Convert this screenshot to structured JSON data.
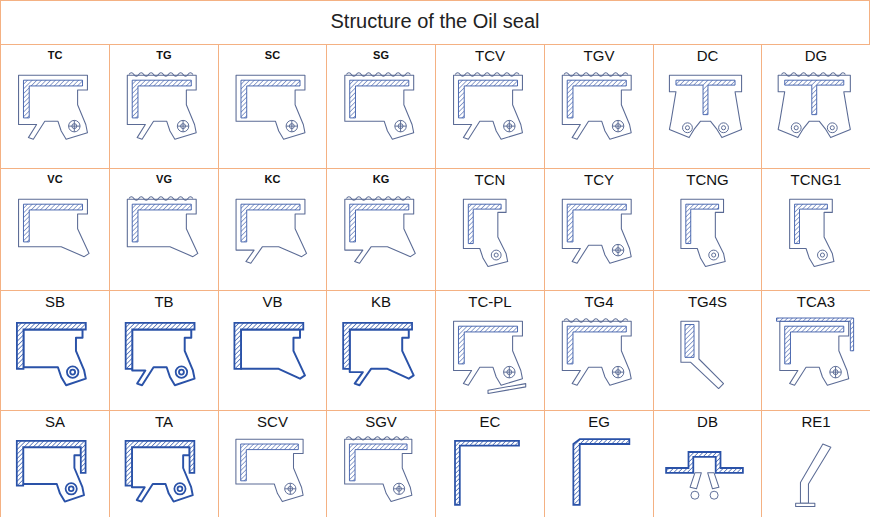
{
  "diagram": {
    "title": "Structure of the Oil seal",
    "nodes": [
      {
        "text": [
          "TC"
        ]
      },
      {
        "text": [
          "TG"
        ]
      },
      {
        "text": [
          "SC"
        ]
      },
      {
        "text": [
          "SG"
        ]
      },
      {
        "text": [
          "TCV"
        ]
      },
      {
        "text": [
          "TGV"
        ]
      },
      {
        "text": [
          "DC"
        ]
      },
      {
        "text": [
          "DG"
        ]
      },
      {
        "text": [
          "VC"
        ]
      },
      {
        "text": [
          "VG"
        ]
      },
      {
        "text": [
          "KC"
        ]
      },
      {
        "text": [
          "KG"
        ]
      },
      {
        "text": [
          "TCN"
        ]
      },
      {
        "text": [
          "TCY"
        ]
      },
      {
        "text": [
          "TCNG"
        ]
      },
      {
        "text": [
          "TCNG1"
        ]
      },
      {
        "text": [
          "SB"
        ]
      },
      {
        "text": [
          "TB"
        ]
      },
      {
        "text": [
          "VB"
        ]
      },
      {
        "text": [
          "KB"
        ]
      },
      {
        "text": [
          "TC-PL"
        ]
      },
      {
        "text": [
          "TG4"
        ]
      },
      {
        "text": [
          "TG4S"
        ]
      },
      {
        "text": [
          "TCA3"
        ]
      },
      {
        "text": [
          "SA"
        ]
      },
      {
        "text": [
          "TA"
        ]
      },
      {
        "text": [
          "SCV"
        ]
      },
      {
        "text": [
          "SGV"
        ]
      },
      {
        "text": [
          "EC"
        ]
      },
      {
        "text": [
          "EG"
        ]
      },
      {
        "text": [
          "DB"
        ]
      },
      {
        "text": [
          "RE1"
        ]
      }
    ]
  }
}
